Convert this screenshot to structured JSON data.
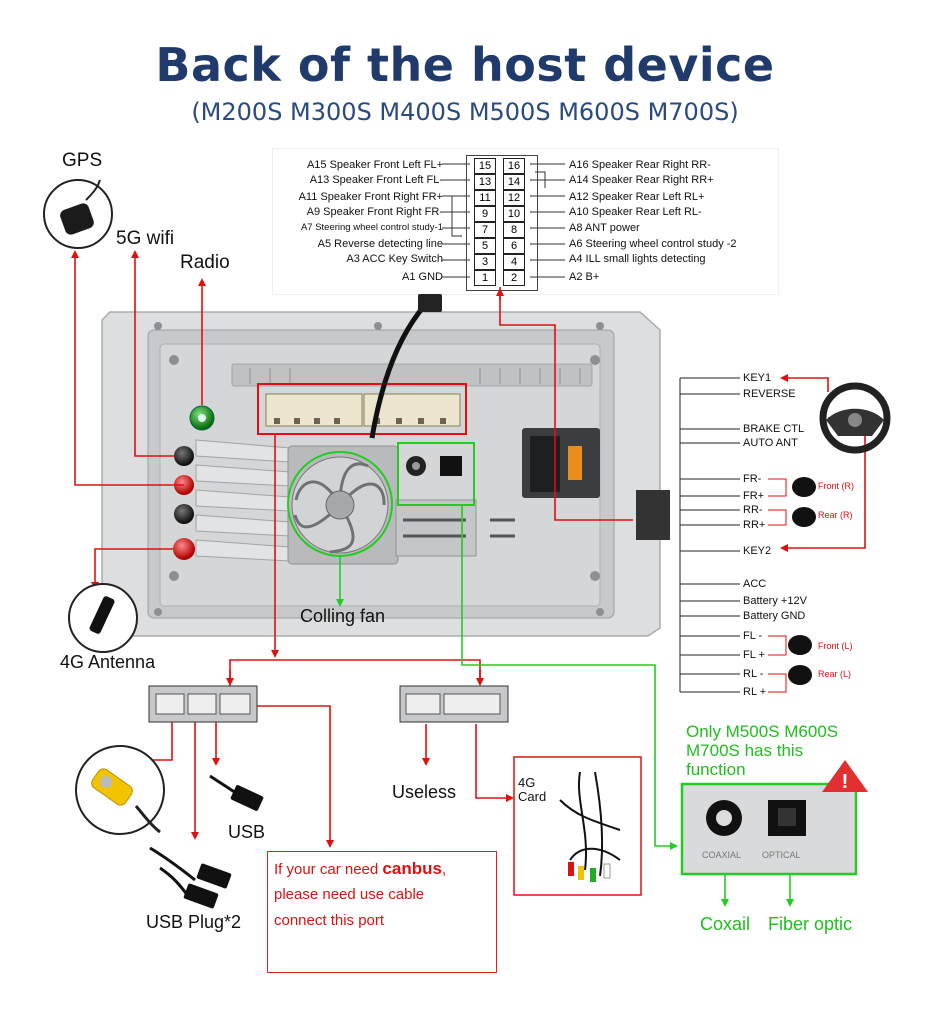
{
  "header": {
    "title": "Back of the host device",
    "subtitle": "(M200S M300S M400S M500S M600S M700S)"
  },
  "connector_pins": {
    "left": [
      {
        "label": "A15  Speaker Front Left FL+",
        "pin": "15"
      },
      {
        "label": "A13  Speaker Front Left FL-",
        "pin": "13"
      },
      {
        "label": "A11  Speaker Front Right FR+",
        "pin": "11"
      },
      {
        "label": "A9    Speaker Front Right FR-",
        "pin": "9"
      },
      {
        "label": "A7   Steering wheel control study-1",
        "pin": "7"
      },
      {
        "label": "A5   Reverse detecting line",
        "pin": "5"
      },
      {
        "label": "A3 ACC Key Switch",
        "pin": "3"
      },
      {
        "label": "A1 GND",
        "pin": "1"
      }
    ],
    "right": [
      {
        "label": "A16 Speaker Rear Right RR-",
        "pin": "16"
      },
      {
        "label": "A14 Speaker Rear Right RR+",
        "pin": "14"
      },
      {
        "label": "A12 Speaker Rear Left RL+",
        "pin": "12"
      },
      {
        "label": "A10 Speaker Rear Left RL-",
        "pin": "10"
      },
      {
        "label": "A8   ANT power",
        "pin": "8"
      },
      {
        "label": "A6   Steering wheel control study -2",
        "pin": "6"
      },
      {
        "label": "A4   ILL small lights detecting",
        "pin": "4"
      },
      {
        "label": "A2   B+",
        "pin": "2"
      }
    ]
  },
  "labels": {
    "gps": "GPS",
    "wifi": "5G wifi",
    "radio": "Radio",
    "antenna_4g": "4G Antenna",
    "fan": "Colling fan",
    "usb": "USB",
    "usb_plug": "USB Plug*2",
    "useless": "Useless",
    "card_4g": "4G\nCard",
    "coax": "Coxail",
    "fiber": "Fiber optic",
    "panel_coax": "COAXIAL",
    "panel_optical": "OPTICAL"
  },
  "only_note": [
    "Only M500S M600S",
    "M700S has this",
    "function"
  ],
  "canbus_note": {
    "line1_a": "If your car need ",
    "line1_b": "canbus",
    "line1_c": ",",
    "line2": "please need use cable",
    "line3": "connect this port"
  },
  "wire_list": {
    "items": [
      "KEY1",
      "REVERSE",
      "BRAKE CTL",
      "AUTO ANT",
      "FR-",
      "FR+",
      "RR-",
      "RR+",
      "KEY2",
      "ACC",
      "Battery +12V",
      "Battery GND",
      "FL -",
      "FL +",
      "RL -",
      "RL +"
    ],
    "speakers": [
      "Front (R)",
      "Rear (R)",
      "Front (L)",
      "Rear (L)"
    ]
  },
  "colors": {
    "title": "#1f3a6b",
    "arrow_red": "#e01010",
    "arrow_green": "#22cc22",
    "panel": "#c9cbcc"
  }
}
